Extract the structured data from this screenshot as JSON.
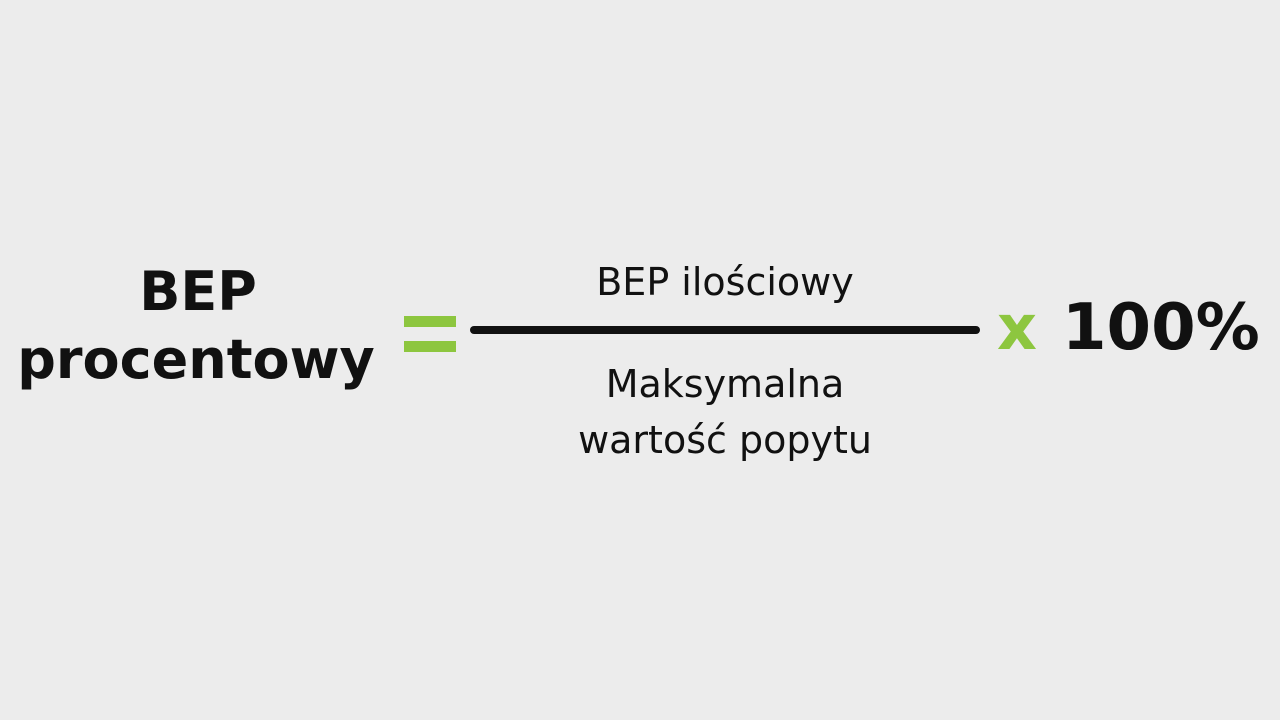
{
  "formula": {
    "lhs": {
      "line1": "BEP",
      "line2": "procentowy"
    },
    "equals_symbol": "=",
    "numerator": "BEP ilościowy",
    "denominator": {
      "line1": "Maksymalna",
      "line2": "wartość popytu"
    },
    "times_symbol": "x",
    "multiplier": "100%"
  },
  "colors": {
    "background": "#ececec",
    "accent_green": "#8dc63f",
    "text": "#111111"
  }
}
